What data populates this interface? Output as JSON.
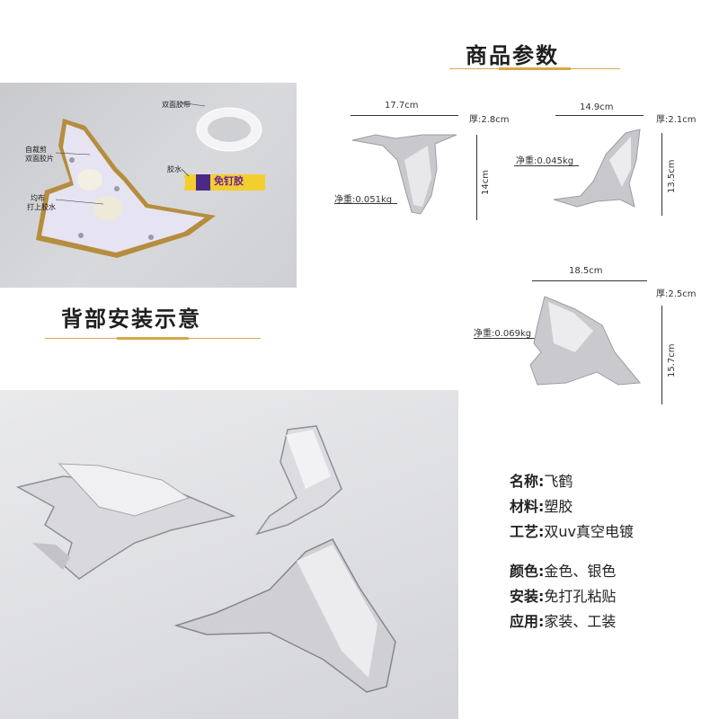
{
  "header": {
    "title": "商品参数"
  },
  "install": {
    "title": "背部安装示意",
    "labels": {
      "tape": "双面胶带",
      "trim_line1": "自裁剪",
      "trim_line2": "双面胶片",
      "glue": "胶水",
      "even_line1": "均布",
      "even_line2": "打上胶水",
      "glue_brand": "免钉胶"
    }
  },
  "products": [
    {
      "width": "17.7cm",
      "height": "14cm",
      "thickness": "厚:2.8cm",
      "weight": "净重:0.051kg"
    },
    {
      "width": "14.9cm",
      "height": "13.5cm",
      "thickness": "厚:2.1cm",
      "weight": "净重:0.045kg"
    },
    {
      "width": "18.5cm",
      "height": "15.7cm",
      "thickness": "厚:2.5cm",
      "weight": "净重:0.069kg"
    }
  ],
  "specs": [
    {
      "key": "名称:",
      "value": "飞鹤"
    },
    {
      "key": "材料:",
      "value": "塑胶"
    },
    {
      "key": "工艺:",
      "value": "双uv真空电镀"
    },
    {
      "key": "颜色:",
      "value": "金色、银色"
    },
    {
      "key": "安装:",
      "value": "免打孔粘贴"
    },
    {
      "key": "应用:",
      "value": "家装、工装"
    }
  ],
  "colors": {
    "accent_gold": "#d7a84a",
    "silver": "#c8c8cc"
  }
}
